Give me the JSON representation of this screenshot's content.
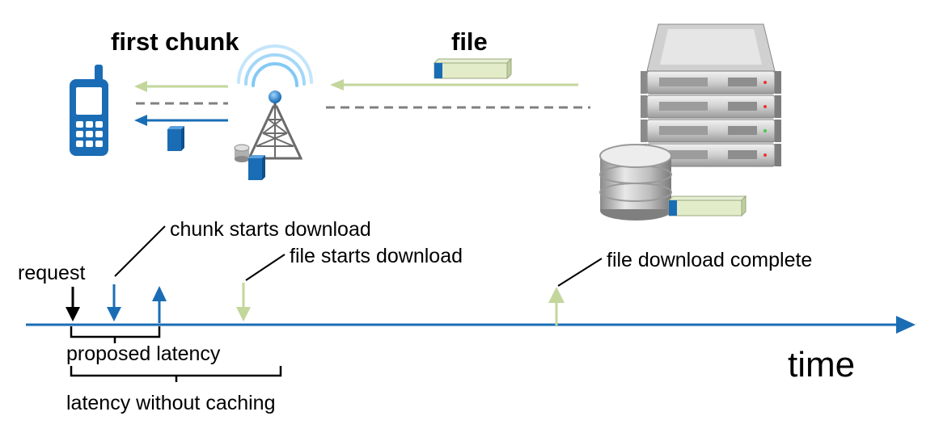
{
  "labels": {
    "first_chunk": "first chunk",
    "file": "file",
    "time": "time",
    "request": "request",
    "chunk_starts_download": "chunk starts download",
    "file_starts_download": "file starts download",
    "file_download_complete": "file download complete",
    "proposed_latency": "proposed latency",
    "latency_without_caching": "latency without caching"
  },
  "icons": {
    "client": "mobile-phone-icon",
    "edge": "cell-tower-icon",
    "origin": "server-rack-icon",
    "storage": "database-icon"
  },
  "colors": {
    "blue": "#1a6db5",
    "green": "#c3d69b",
    "gray": "#808080",
    "black": "#000000"
  }
}
